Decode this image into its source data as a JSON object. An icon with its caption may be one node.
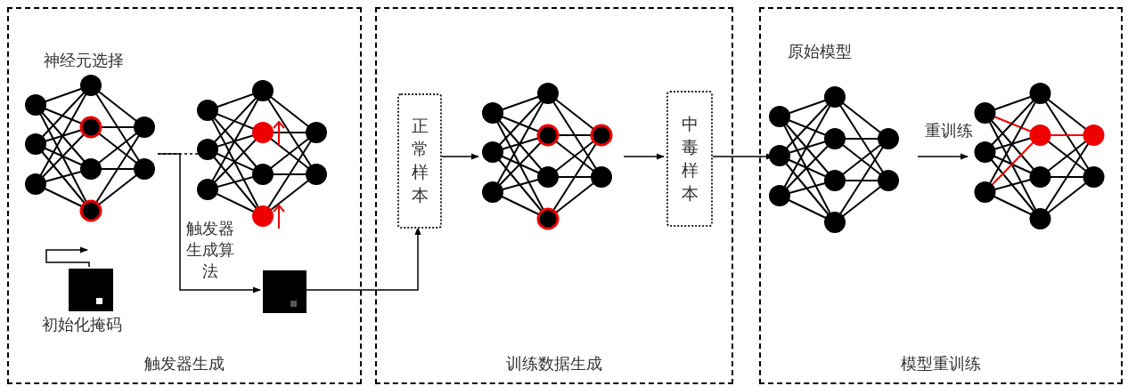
{
  "diagram": {
    "nodes": [
      {
        "text": [
          "触发器生成"
        ]
      },
      {
        "text": [
          "神经元选择"
        ],
        "in": 0
      },
      {
        "text": [],
        "shape": "picture",
        "in": 0
      },
      {
        "text": [
          "初始化掩码"
        ],
        "in": 0
      },
      {
        "text": [],
        "shape": "picture",
        "in": 0
      },
      {
        "text": [
          "训练数据生成"
        ]
      },
      {
        "text": [
          "正常样本"
        ],
        "in": 5
      },
      {
        "text": [],
        "shape": "picture",
        "in": 5
      },
      {
        "text": [
          "中毒样本"
        ],
        "in": 5
      },
      {
        "text": [
          "模型重训练"
        ]
      },
      {
        "text": [
          "原始模型"
        ],
        "in": 9
      },
      {
        "text": [],
        "shape": "picture",
        "in": 9
      }
    ],
    "edges": [
      {
        "from": 1,
        "to": 2,
        "arrow": "none",
        "style": "dashed"
      },
      {
        "from": 1,
        "to": 4,
        "arrow": "to",
        "label": "触发器生成算法"
      },
      {
        "from": 3,
        "to": null,
        "arrow": "to"
      },
      {
        "from": 4,
        "to": 6,
        "arrow": "to"
      },
      {
        "from": 6,
        "to": 7,
        "arrow": "to"
      },
      {
        "from": 7,
        "to": 8,
        "arrow": "to"
      },
      {
        "from": 8,
        "to": 10,
        "arrow": "to"
      },
      {
        "from": 10,
        "to": 11,
        "arrow": "to",
        "label": "重训练"
      }
    ]
  }
}
